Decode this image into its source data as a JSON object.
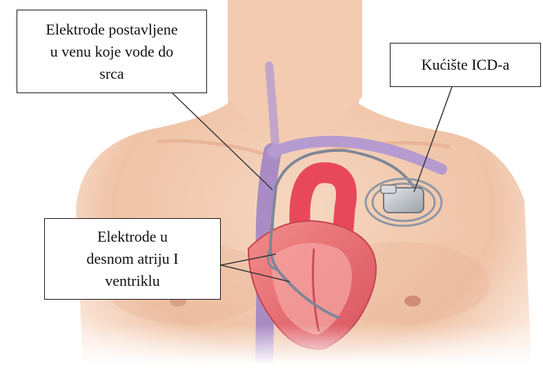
{
  "labels": {
    "leads_in_vein": [
      "Elektrode postavljene",
      "u venu koje vode do",
      "srca"
    ],
    "icd_case": "Kućište ICD-a",
    "leads_in_heart": [
      "Elektrode u",
      "desnom atriju I",
      "ventriklu"
    ]
  },
  "colors": {
    "skin": "#f2c8ad",
    "skin_shadow": "#e0a98a",
    "vein": "#a98cc4",
    "heart": "#e66a6f",
    "aorta": "#e8495a",
    "lead": "#8d96a6",
    "device": "#c4c7cc"
  }
}
